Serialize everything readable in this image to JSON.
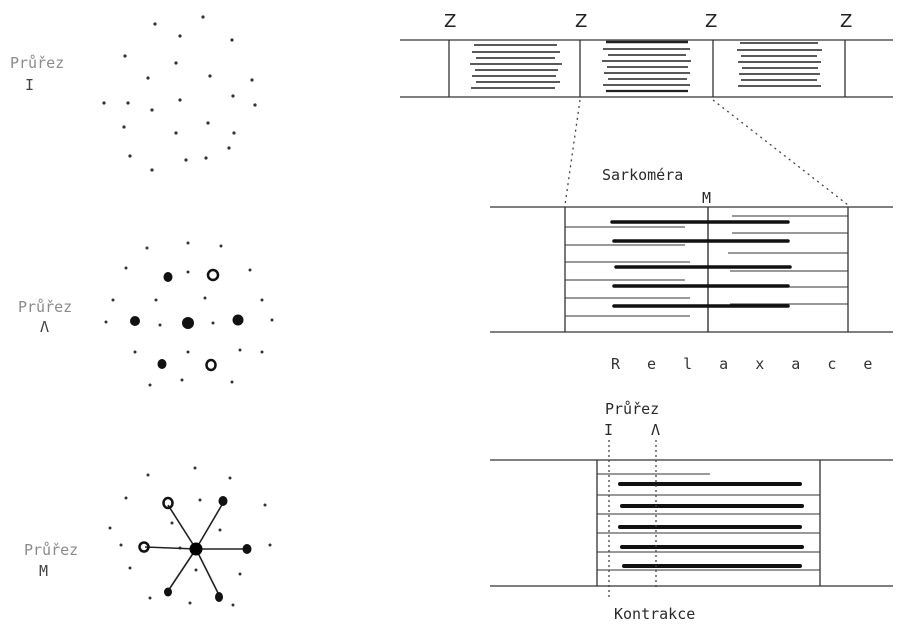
{
  "cross_sections": [
    {
      "title": "Průřez",
      "symbol": "I"
    },
    {
      "title": "Průřez",
      "symbol": "Λ"
    },
    {
      "title": "Průřez",
      "symbol": "M"
    }
  ],
  "z_lines": [
    "Z",
    "Z",
    "Z",
    "Z"
  ],
  "sarcomere_label": "Sarkoméra",
  "m_line_label": "M",
  "relaxation_label": "R e l a x a c e",
  "contraction": {
    "cross_label": "Průřez",
    "marker_i": "I",
    "marker_a": "Λ",
    "label": "Kontrakce"
  }
}
